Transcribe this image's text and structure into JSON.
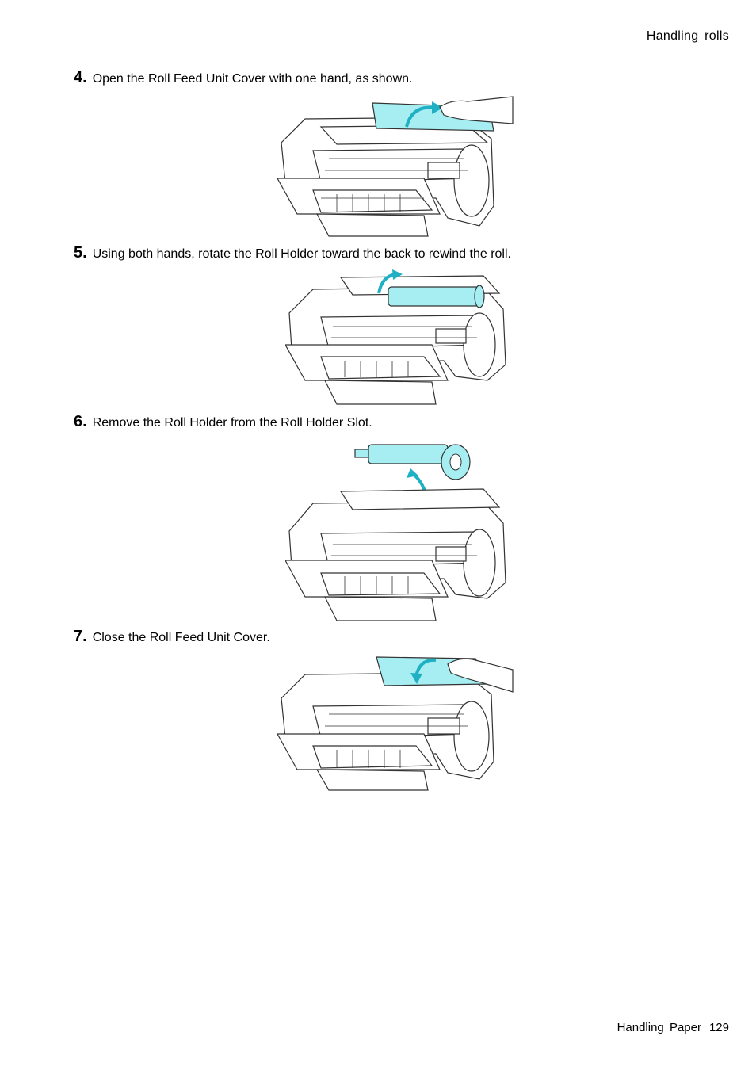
{
  "header": {
    "section": "Handling rolls"
  },
  "steps": [
    {
      "number": "4.",
      "text": "Open the Roll Feed Unit Cover with one hand, as shown."
    },
    {
      "number": "5.",
      "text": "Using both hands, rotate the Roll Holder toward the back to rewind the roll."
    },
    {
      "number": "6.",
      "text": "Remove the Roll Holder from the Roll Holder Slot."
    },
    {
      "number": "7.",
      "text": "Close the Roll Feed Unit Cover."
    }
  ],
  "footer": {
    "chapter": "Handling Paper",
    "page": "129"
  },
  "colors": {
    "highlight": "#a6eef2",
    "arrow": "#1fb0c4",
    "line": "#333333"
  }
}
